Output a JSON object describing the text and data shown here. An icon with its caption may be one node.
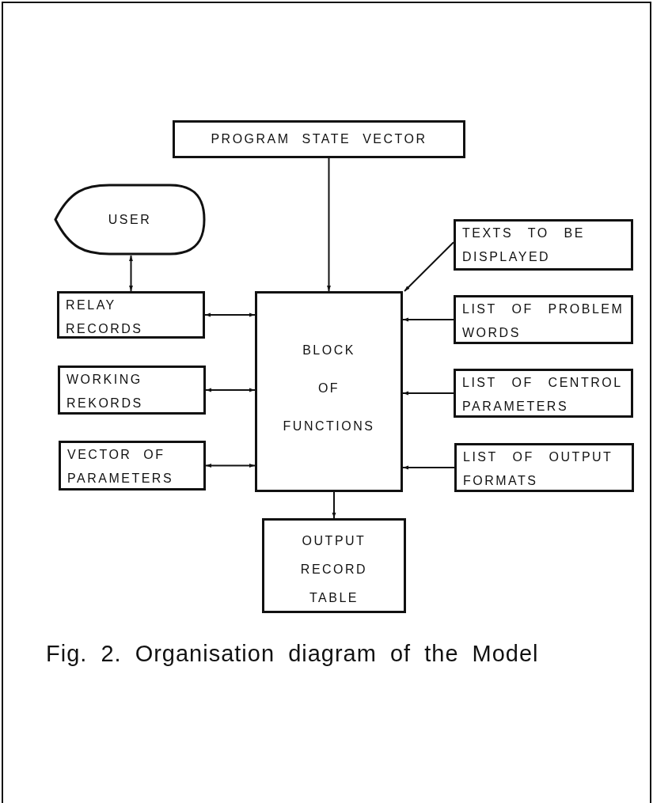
{
  "diagram": {
    "caption": "Fig. 2. Organisation diagram of the Model",
    "nodes": [
      {
        "text": [
          "PROGRAM STATE VECTOR"
        ]
      },
      {
        "text": [
          "USER"
        ]
      },
      {
        "text": [
          "RELAY RECORDS"
        ]
      },
      {
        "text": [
          "WORKING REKORDS"
        ]
      },
      {
        "text": [
          "VECTOR OF PARAMETERS"
        ]
      },
      {
        "text": [
          "BLOCK OF FUNCTIONS"
        ]
      },
      {
        "text": [
          "TEXTS TO BE DISPLAYED"
        ]
      },
      {
        "text": [
          "LIST OF PROBLEM WORDS"
        ]
      },
      {
        "text": [
          "LIST OF CENTROL PARAMETERS"
        ]
      },
      {
        "text": [
          "LIST OF OUTPUT FORMATS"
        ]
      },
      {
        "text": [
          "OUTPUT RECORD TABLE"
        ]
      }
    ],
    "edges": [
      {
        "from": 0,
        "to": 5,
        "arrow": "to"
      },
      {
        "from": 1,
        "to": 2,
        "arrow": "both"
      },
      {
        "from": 2,
        "to": 5,
        "arrow": "both"
      },
      {
        "from": 3,
        "to": 5,
        "arrow": "both"
      },
      {
        "from": 4,
        "to": 5,
        "arrow": "both"
      },
      {
        "from": 6,
        "to": 5,
        "arrow": "to"
      },
      {
        "from": 7,
        "to": 5,
        "arrow": "to"
      },
      {
        "from": 8,
        "to": 5,
        "arrow": "to"
      },
      {
        "from": 9,
        "to": 5,
        "arrow": "to"
      },
      {
        "from": 5,
        "to": 10,
        "arrow": "to"
      }
    ]
  }
}
